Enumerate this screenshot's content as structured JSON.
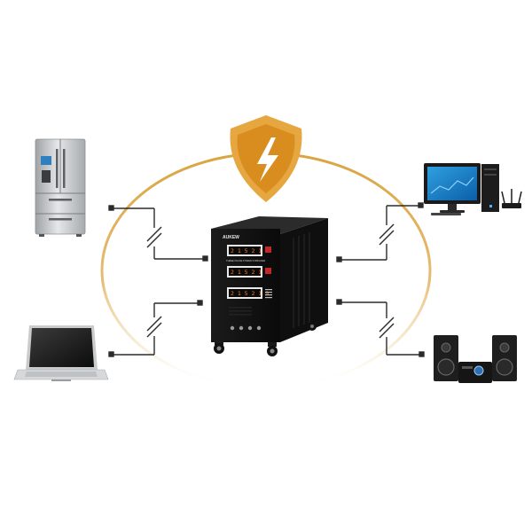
{
  "colors": {
    "ring": "#d9a441",
    "shield_outer": "#e6a640",
    "shield_inner": "#d98d1f",
    "bolt": "#ffffff",
    "wire": "#2b2b2b",
    "stabilizer_body": "#111111",
    "display_digits": "#ff7a1a"
  },
  "icons": {
    "shield": "shield-lightning-icon",
    "refrigerator": "refrigerator-icon",
    "laptop": "laptop-icon",
    "desktop": "desktop-computer-icon",
    "router": "router-icon",
    "speakers": "speaker-system-icon",
    "stabilizer": "three-phase-voltage-stabilizer"
  },
  "stabilizer": {
    "brand": "AUKEW",
    "model_label": "THREE PHASE POWER STABILIZER",
    "displays": [
      "2 1 5 2 1 9",
      "2 1 5 2 1 9",
      "2 1 5 2 1 9"
    ]
  }
}
